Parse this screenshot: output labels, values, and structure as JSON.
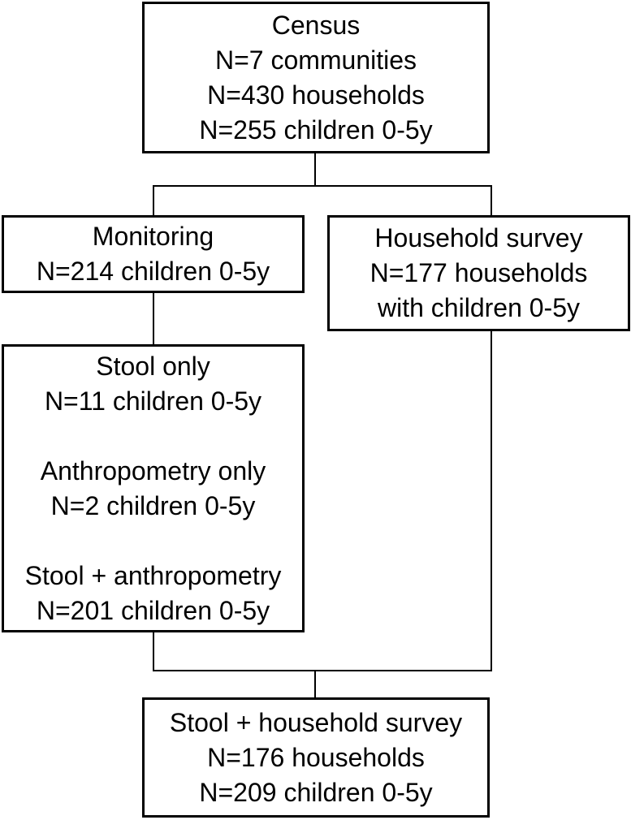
{
  "census": {
    "title": "Census",
    "communities": "N=7 communities",
    "households": "N=430 households",
    "children": "N=255 children 0-5y"
  },
  "monitoring": {
    "title": "Monitoring",
    "children": "N=214 children 0-5y"
  },
  "household_survey": {
    "title": "Household survey",
    "households": "N=177 households",
    "qualifier": "with children 0-5y"
  },
  "monitoring_breakdown": {
    "stool_only_title": "Stool only",
    "stool_only_children": "N=11 children 0-5y",
    "anthro_only_title": "Anthropometry only",
    "anthro_only_children": "N=2 children 0-5y",
    "both_title": "Stool + anthropometry",
    "both_children": "N=201 children 0-5y"
  },
  "final": {
    "title": "Stool + household survey",
    "households": "N=176 households",
    "children": "N=209 children 0-5y"
  }
}
